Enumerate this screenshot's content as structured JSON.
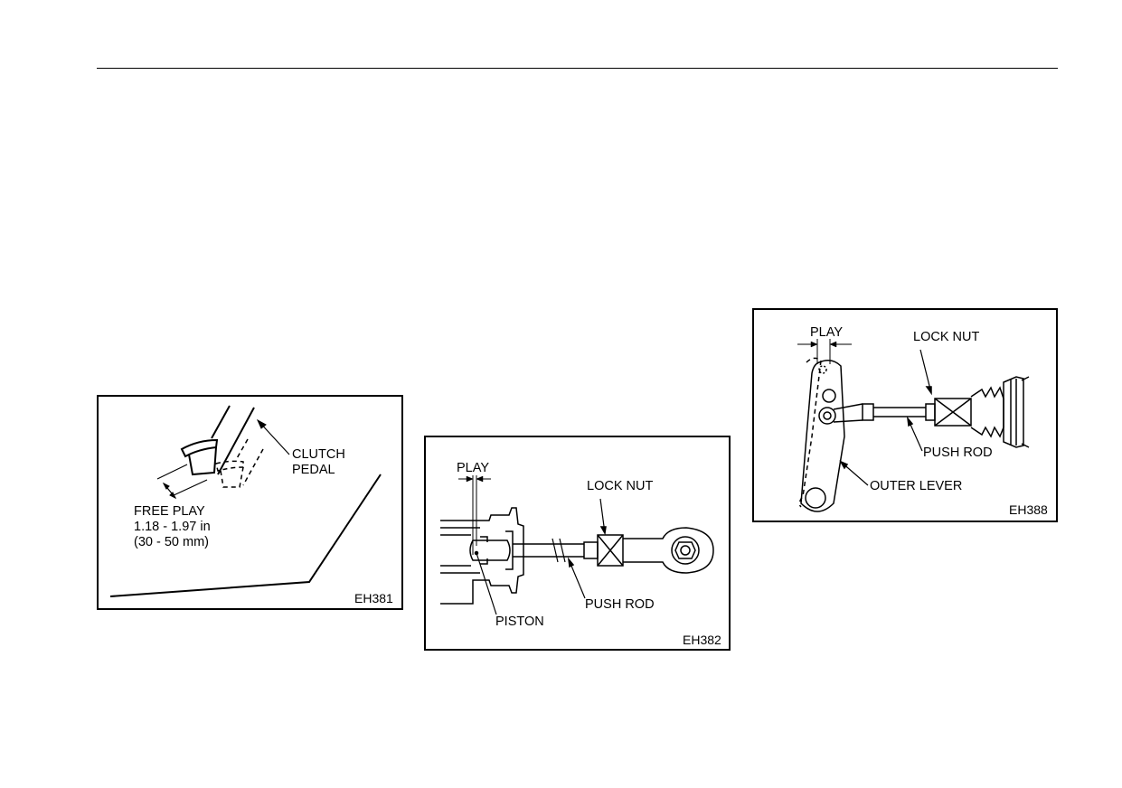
{
  "figures": [
    {
      "code": "EH381",
      "labels": {
        "clutch_pedal_line1": "CLUTCH",
        "clutch_pedal_line2": "PEDAL",
        "free_play": "FREE PLAY",
        "free_play_in": "1.18 - 1.97 in",
        "free_play_mm": "(30 - 50 mm)"
      }
    },
    {
      "code": "EH382",
      "labels": {
        "play": "PLAY",
        "lock_nut": "LOCK NUT",
        "push_rod": "PUSH ROD",
        "piston": "PISTON"
      }
    },
    {
      "code": "EH388",
      "labels": {
        "play": "PLAY",
        "lock_nut": "LOCK NUT",
        "push_rod": "PUSH ROD",
        "outer_lever": "OUTER LEVER"
      }
    }
  ]
}
